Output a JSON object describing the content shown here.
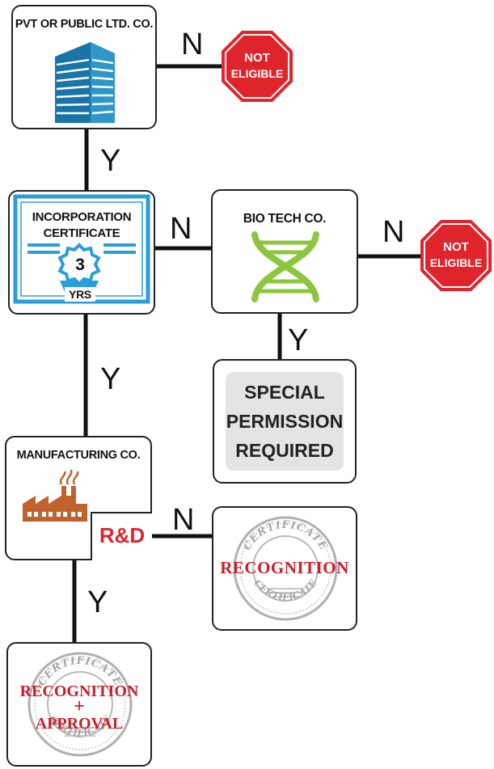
{
  "labels": {
    "n": "N",
    "y": "Y"
  },
  "boxes": {
    "pvt_company": "PVT OR PUBLIC LTD. CO.",
    "incorporation_line1": "INCORPORATION",
    "incorporation_line2": "CERTIFICATE",
    "incorporation_years": "3",
    "incorporation_yrs": "YRS",
    "biotech": "BIO TECH CO.",
    "special_line1": "SPECIAL",
    "special_line2": "PERMISSION",
    "special_line3": "REQUIRED",
    "manufacturing": "MANUFACTURING CO.",
    "rnd": "R&D",
    "recognition": "RECOGNITION",
    "recognition_approval_line1": "RECOGNITION",
    "recognition_approval_plus": "+",
    "recognition_approval_line2": "APPROVAL"
  },
  "stop_sign": {
    "line1": "NOT",
    "line2": "ELIGIBLE"
  },
  "seal": {
    "text": "CERTIFICATE"
  },
  "colors": {
    "stop_red": "#e0242b",
    "cert_blue": "#2b9ed8",
    "building_blue": "#1a74a8",
    "dna_green": "#8cc63f",
    "factory_orange": "#c0622e",
    "stamp_red": "#c8202a",
    "seal_gray": "#a8a8a8"
  }
}
